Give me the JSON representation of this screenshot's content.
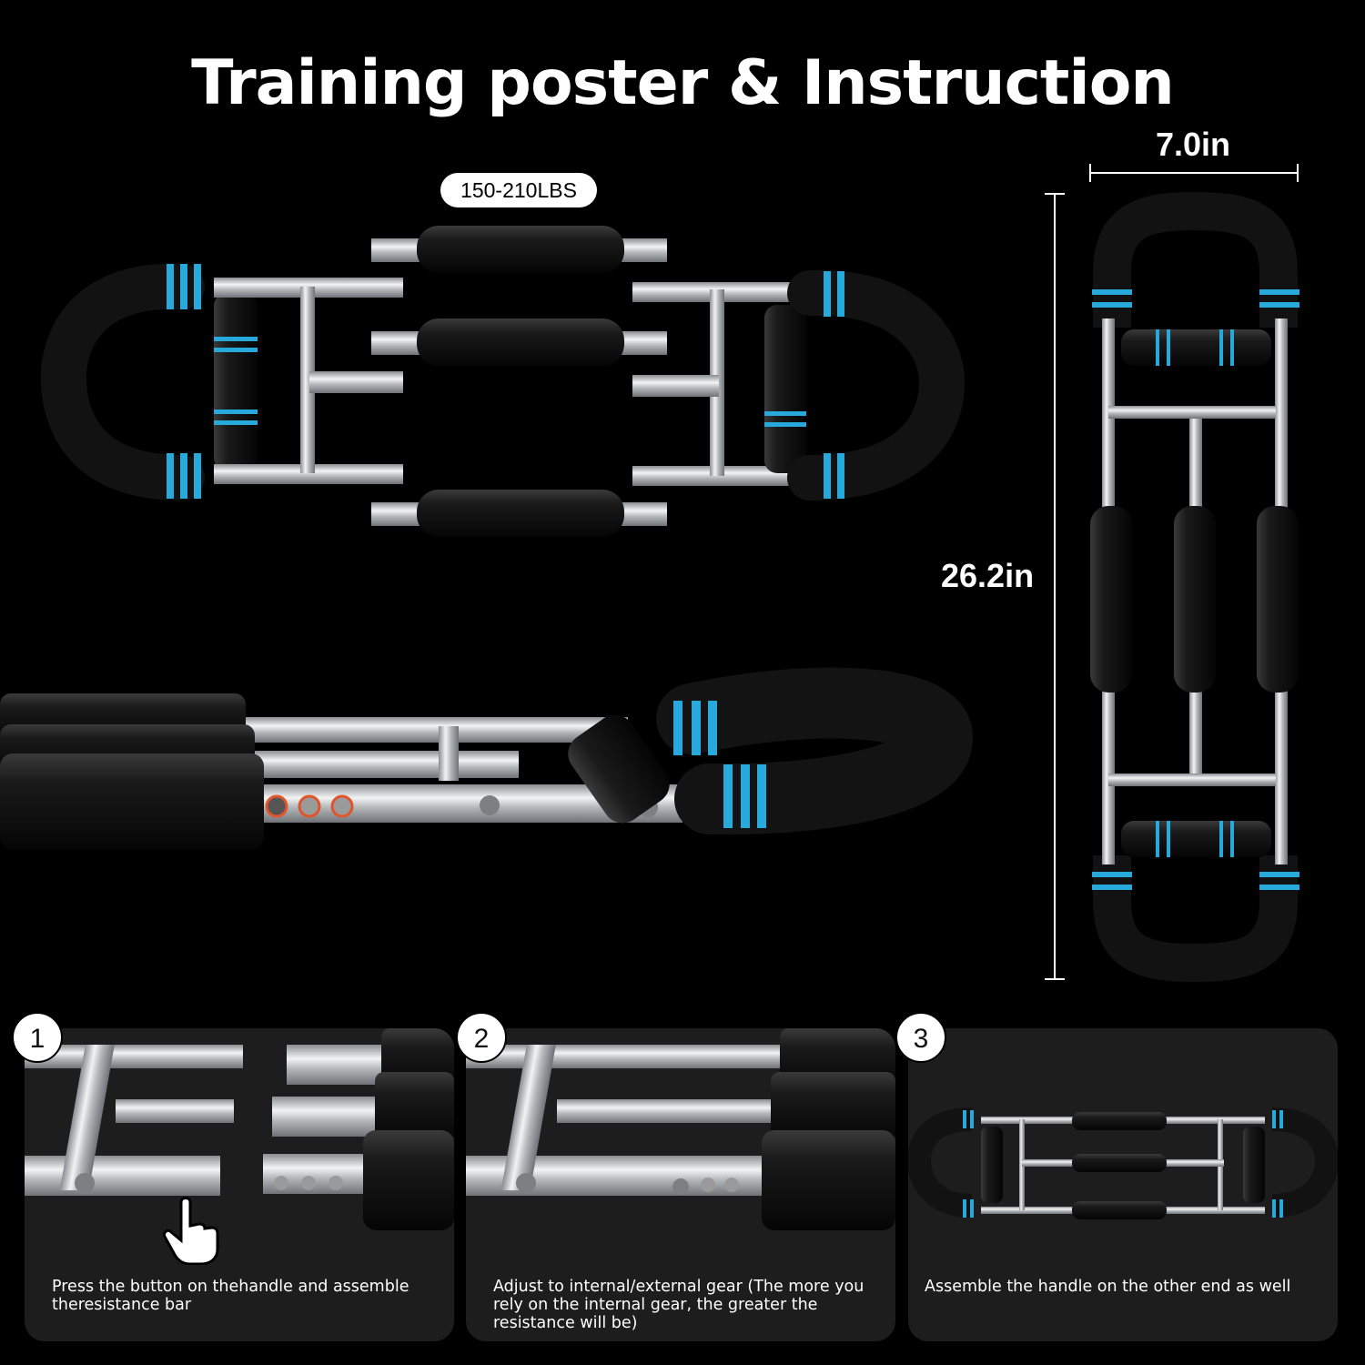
{
  "title": "Training poster & Instruction",
  "resistance_badge": "150-210LBS",
  "dimensions": {
    "width": "7.0in",
    "height": "26.2in"
  },
  "colors": {
    "background": "#000000",
    "accent": "#27a9dc",
    "foam": "#0f0f0f",
    "steel": "#c7c9cc",
    "panel": "#1d1d1d"
  },
  "steps": [
    {
      "number": "1",
      "text": "Press the button on thehandle and assemble theresistance bar"
    },
    {
      "number": "2",
      "text": "Adjust to internal/external gear (The more you rely on the internal gear, the greater the resistance will be)"
    },
    {
      "number": "3",
      "text": "Assemble the handle on the other end as well"
    }
  ],
  "icons": [
    "pointing-hand-icon"
  ]
}
